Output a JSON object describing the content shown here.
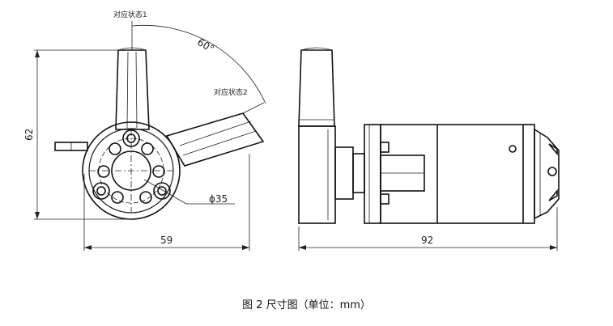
{
  "labels": {
    "state1": "对应状态1",
    "state2": "对应状态2",
    "angle": "60°"
  },
  "dimensions": {
    "height": "62",
    "diameter": "ϕ35",
    "front_width": "59",
    "side_width": "92"
  },
  "caption": "图 2 尺寸图（单位：mm）"
}
